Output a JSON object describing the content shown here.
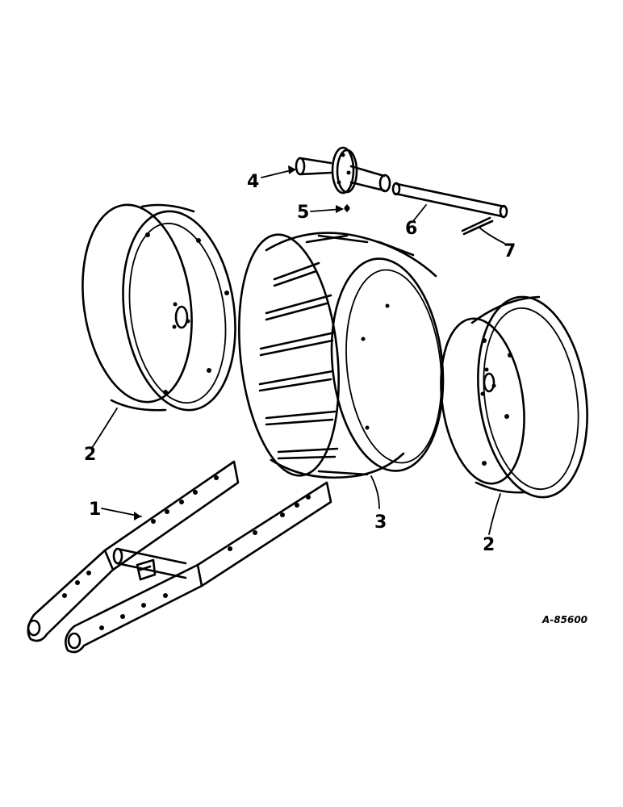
{
  "diagram": {
    "callouts": [
      {
        "id": "c1",
        "label": "1"
      },
      {
        "id": "c2a",
        "label": "2"
      },
      {
        "id": "c2b",
        "label": "2"
      },
      {
        "id": "c3",
        "label": "3"
      },
      {
        "id": "c4",
        "label": "4"
      },
      {
        "id": "c5",
        "label": "5"
      },
      {
        "id": "c6",
        "label": "6"
      },
      {
        "id": "c7",
        "label": "7"
      }
    ],
    "reference_code": "A-85600"
  }
}
